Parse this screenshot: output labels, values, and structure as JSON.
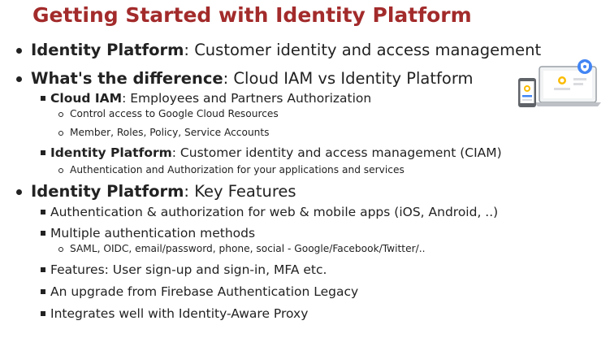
{
  "slide": {
    "title": "Getting Started with Identity Platform",
    "items": [
      {
        "bold": "Identity Platform",
        "rest": ": Customer identity and access management"
      },
      {
        "bold": "What's the difference",
        "rest": ": Cloud IAM vs Identity Platform",
        "children": [
          {
            "bold": "Cloud IAM",
            "rest": ": Employees and Partners Authorization",
            "children": [
              "Control access to Google Cloud Resources",
              "Member, Roles, Policy, Service Accounts"
            ]
          },
          {
            "bold": "Identity Platform",
            "rest": ": Customer identity and access management (CIAM)",
            "children": [
              "Authentication and Authorization for your applications and services"
            ]
          }
        ]
      },
      {
        "bold": "Identity Platform",
        "rest": ": Key Features",
        "children": [
          {
            "text": "Authentication & authorization for web & mobile apps (iOS, Android, ..)"
          },
          {
            "text": "Multiple authentication methods",
            "children": [
              "SAML, OIDC, email/password, phone, social - Google/Facebook/Twitter/.."
            ]
          },
          {
            "text": "Features: User sign-up and sign-in, MFA etc."
          },
          {
            "text": "An upgrade from Firebase Authentication Legacy"
          },
          {
            "text": "Integrates well with Identity-Aware Proxy"
          }
        ]
      }
    ]
  },
  "illustration": {
    "icon": "identity-devices-icon",
    "accent": "#4285f4"
  }
}
